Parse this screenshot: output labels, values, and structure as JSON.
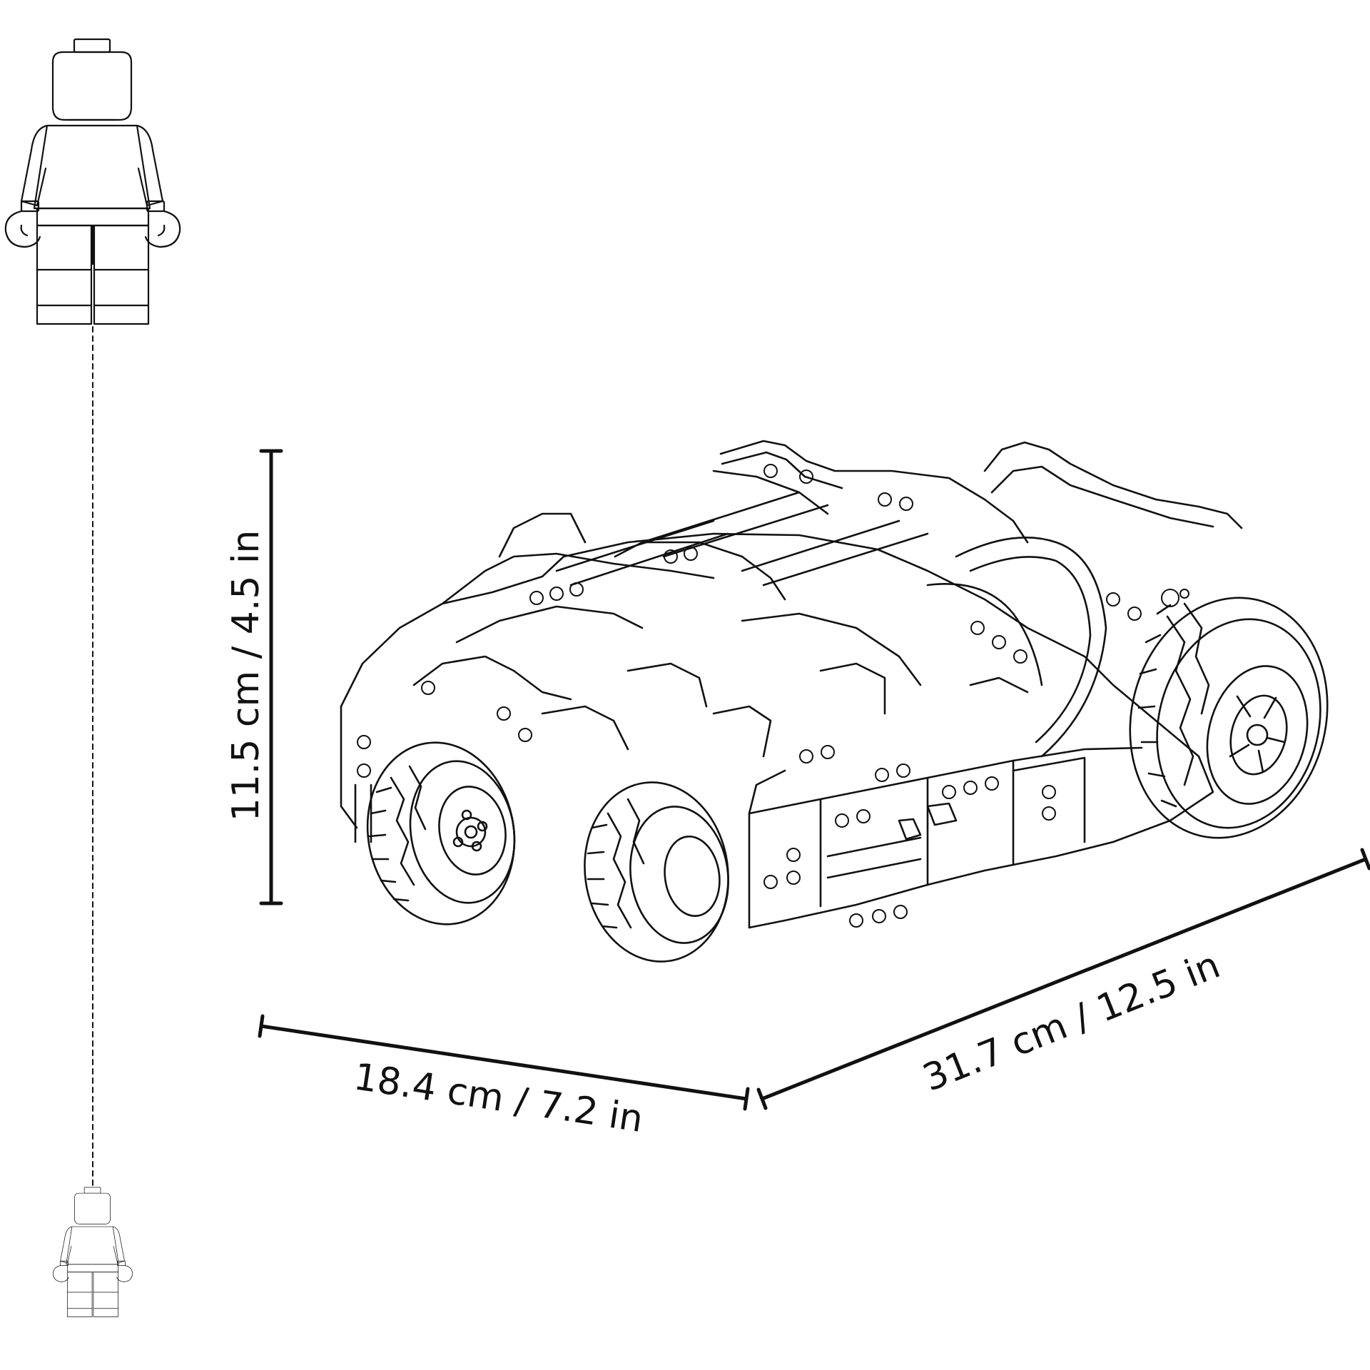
{
  "colors": {
    "line": "#111111",
    "background": "#ffffff"
  },
  "dimensions": {
    "height": "11.5 cm / 4.5 in",
    "width": "18.4 cm / 7.2 in",
    "length": "31.7 cm / 12.5 in"
  },
  "icons": {
    "scale_figure_large": "minifigure-icon",
    "scale_figure_small": "minifigure-icon",
    "vehicle": "technic-vehicle-illustration"
  }
}
